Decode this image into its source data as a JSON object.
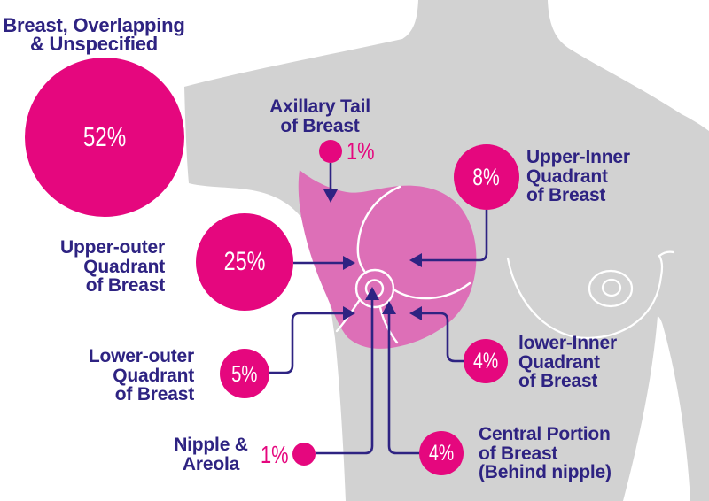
{
  "diagram_subject": "breast cancer location percentages",
  "colors": {
    "accent_magenta": "#E5077E",
    "breast_pink": "#DD6FB7",
    "silhouette_gray": "#D2D2D2",
    "label_purple": "#2E2382",
    "value_text_white": "#FFFFFF"
  },
  "regions": [
    {
      "id": "overlapping",
      "label_lines": [
        "Breast, Overlapping",
        "& Unspecified"
      ],
      "value": "52%"
    },
    {
      "id": "axillary",
      "label_lines": [
        "Axillary Tail",
        "of Breast"
      ],
      "value": "1%"
    },
    {
      "id": "upper_inner",
      "label_lines": [
        "Upper-Inner",
        "Quadrant",
        "of Breast"
      ],
      "value": "8%"
    },
    {
      "id": "upper_outer",
      "label_lines": [
        "Upper-outer",
        "Quadrant",
        "of Breast"
      ],
      "value": "25%"
    },
    {
      "id": "lower_outer",
      "label_lines": [
        "Lower-outer",
        "Quadrant",
        "of Breast"
      ],
      "value": "5%"
    },
    {
      "id": "lower_inner",
      "label_lines": [
        "lower-Inner",
        "Quadrant",
        "of Breast"
      ],
      "value": "4%"
    },
    {
      "id": "central",
      "label_lines": [
        "Central Portion",
        "of Breast",
        "(Behind nipple)"
      ],
      "value": "4%"
    },
    {
      "id": "nipple",
      "label_lines": [
        "Nipple &",
        "Areola"
      ],
      "value": "1%"
    }
  ],
  "chart_data": {
    "type": "diagram",
    "categories": [
      "Breast, Overlapping & Unspecified",
      "Axillary Tail of Breast",
      "Upper-Inner Quadrant of Breast",
      "Upper-outer Quadrant of Breast",
      "Lower-outer Quadrant of Breast",
      "lower-Inner Quadrant of Breast",
      "Central Portion of Breast (Behind nipple)",
      "Nipple & Areola"
    ],
    "values": [
      52,
      1,
      8,
      25,
      5,
      4,
      4,
      1
    ],
    "unit": "%"
  }
}
